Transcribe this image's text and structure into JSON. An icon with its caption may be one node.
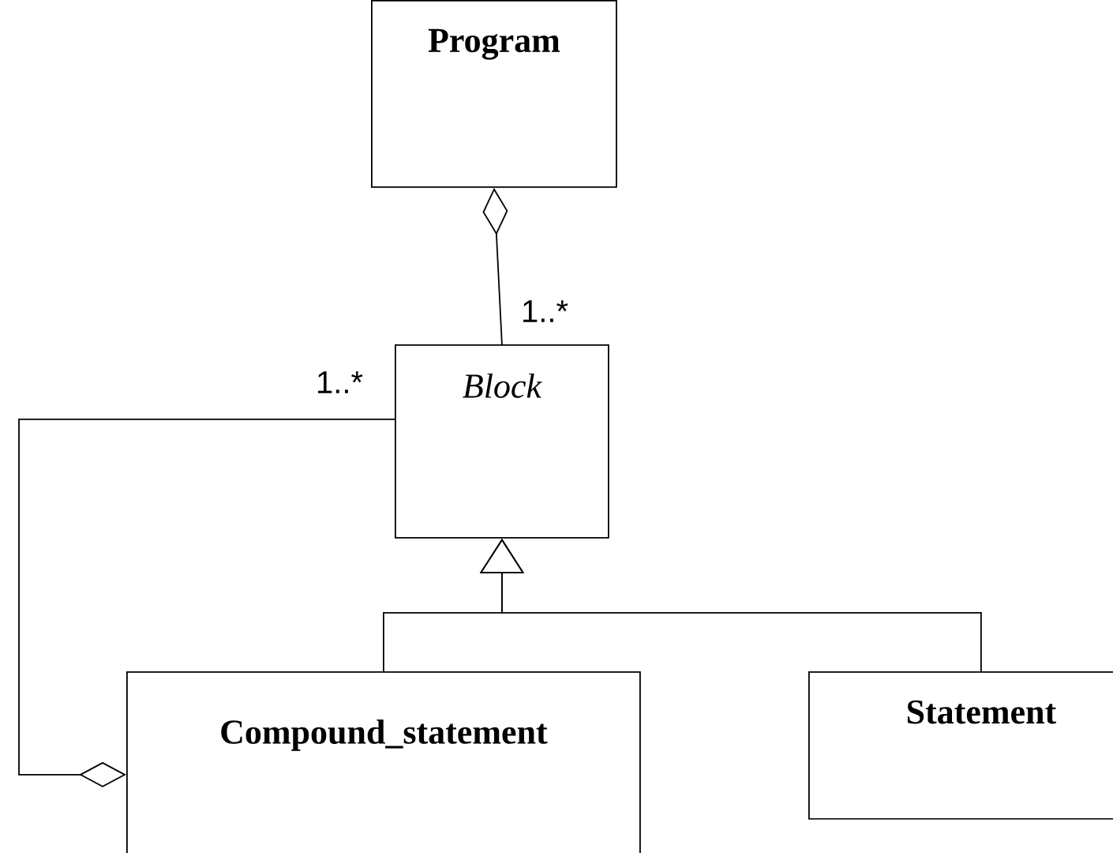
{
  "diagram": {
    "nodes": [
      {
        "text": [
          "Program"
        ]
      },
      {
        "text": [
          "Block"
        ]
      },
      {
        "text": [
          "Compound_statement"
        ]
      },
      {
        "text": [
          "Statement"
        ]
      }
    ],
    "edges": [
      {
        "from": 0,
        "to": 1,
        "arrow": "other",
        "label": "1..*"
      },
      {
        "from": 2,
        "to": 1,
        "arrow": "other",
        "label": "1..*"
      },
      {
        "from": 2,
        "to": 1,
        "arrow": "to"
      },
      {
        "from": 3,
        "to": 1,
        "arrow": "to"
      }
    ]
  }
}
